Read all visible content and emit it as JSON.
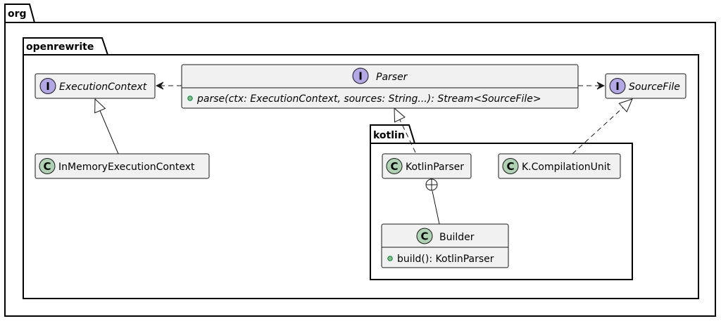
{
  "packages": {
    "org": "org",
    "openrewrite": "openrewrite",
    "kotlin": "kotlin"
  },
  "classes": {
    "execution_context": {
      "stereotype": "I",
      "name": "ExecutionContext"
    },
    "parser": {
      "stereotype": "I",
      "name": "Parser",
      "members": [
        "parse(ctx: ExecutionContext, sources: String...): Stream<SourceFile>"
      ]
    },
    "source_file": {
      "stereotype": "I",
      "name": "SourceFile"
    },
    "in_memory_execution_context": {
      "stereotype": "C",
      "name": "InMemoryExecutionContext"
    },
    "kotlin_parser": {
      "stereotype": "C",
      "name": "KotlinParser"
    },
    "compilation_unit": {
      "stereotype": "C",
      "name": "K.CompilationUnit"
    },
    "builder": {
      "stereotype": "C",
      "name": "Builder",
      "members": [
        "build(): KotlinParser"
      ]
    }
  },
  "relations": [
    {
      "from": "Parser",
      "to": "ExecutionContext",
      "kind": "dependency"
    },
    {
      "from": "Parser",
      "to": "SourceFile",
      "kind": "dependency"
    },
    {
      "from": "InMemoryExecutionContext",
      "to": "ExecutionContext",
      "kind": "realization"
    },
    {
      "from": "KotlinParser",
      "to": "Parser",
      "kind": "realization"
    },
    {
      "from": "K.CompilationUnit",
      "to": "SourceFile",
      "kind": "realization"
    },
    {
      "from": "Builder",
      "to": "KotlinParser",
      "kind": "nested"
    }
  ],
  "colors": {
    "interface_circle": "#B4A7E5",
    "class_circle": "#ADD1B2",
    "class_fill": "#F1F1F1",
    "public_method_dot": "#84BE84"
  }
}
